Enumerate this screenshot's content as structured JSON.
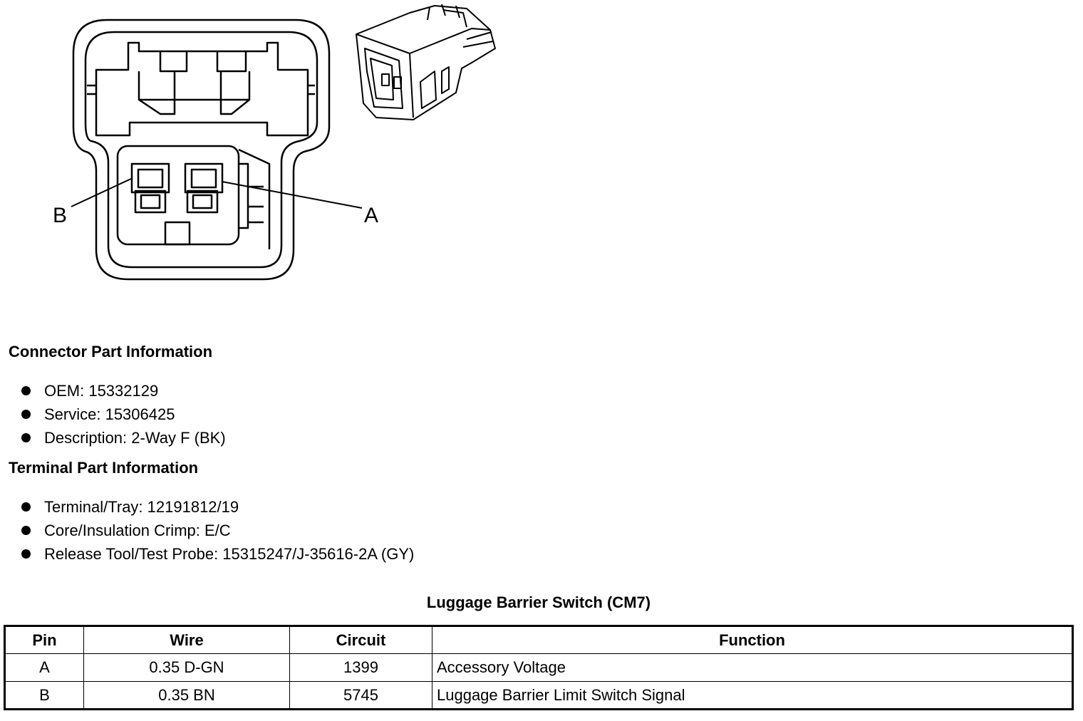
{
  "diagram": {
    "labels": {
      "pin_b": "B",
      "pin_a": "A"
    }
  },
  "connector_section": {
    "title": "Connector Part Information",
    "items": [
      "OEM: 15332129",
      "Service: 15306425",
      "Description: 2-Way F (BK)"
    ]
  },
  "terminal_section": {
    "title": "Terminal Part Information",
    "items": [
      "Terminal/Tray: 12191812/19",
      "Core/Insulation Crimp: E/C",
      "Release Tool/Test Probe: 15315247/J-35616-2A (GY)"
    ]
  },
  "table": {
    "title": "Luggage Barrier Switch (CM7)",
    "headers": [
      "Pin",
      "Wire",
      "Circuit",
      "Function"
    ],
    "rows": [
      [
        "A",
        "0.35 D-GN",
        "1399",
        "Accessory Voltage"
      ],
      [
        "B",
        "0.35 BN",
        "5745",
        "Luggage Barrier Limit Switch Signal"
      ]
    ]
  }
}
